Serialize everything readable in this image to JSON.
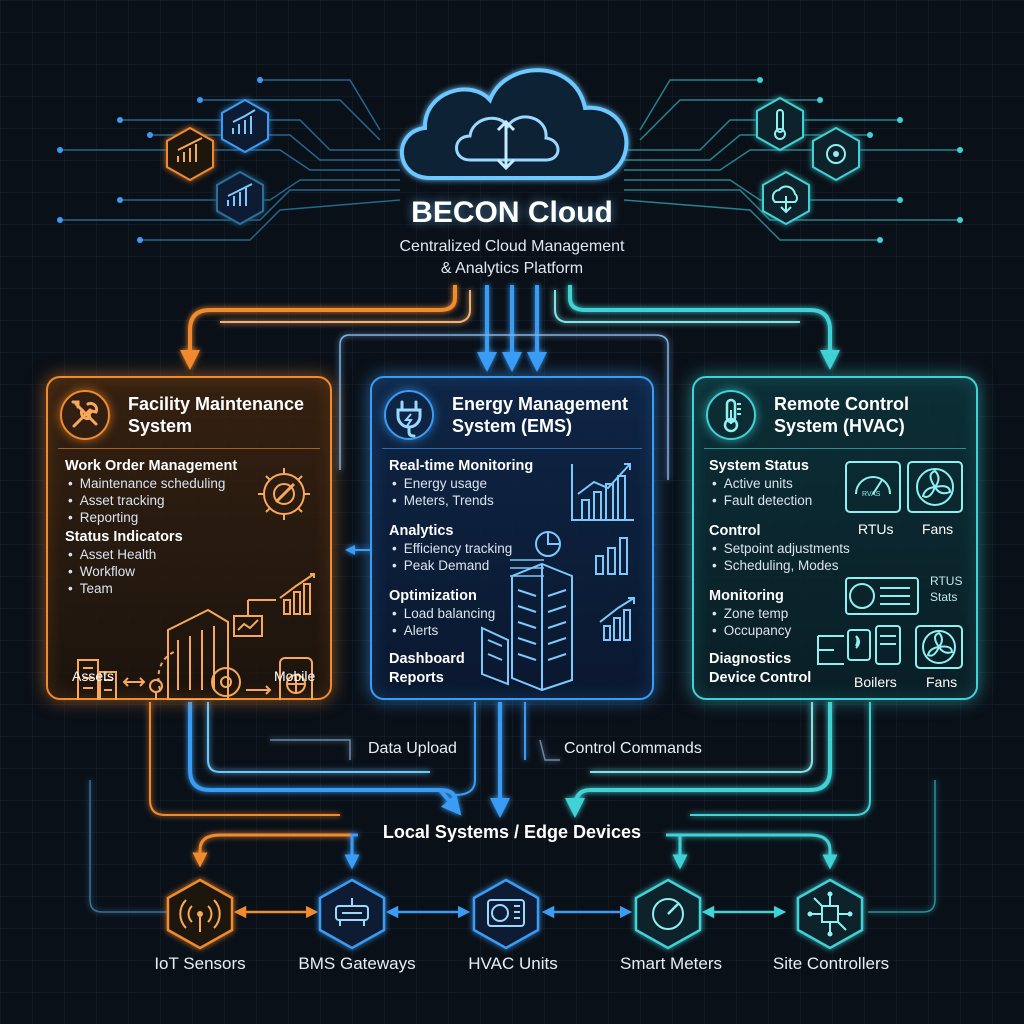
{
  "cloud": {
    "title": "BECON Cloud",
    "subtitle_line1": "Centralized Cloud Management",
    "subtitle_line2": "& Analytics Platform"
  },
  "panels": {
    "facility": {
      "title_line1": "Facility Maintenance",
      "title_line2": "System",
      "color": "#f28a2e",
      "sections": [
        {
          "title": "Work Order Management",
          "items": [
            "Maintenance scheduling",
            "Asset tracking",
            "Reporting"
          ]
        },
        {
          "title": "Status Indicators",
          "items": [
            "Asset Health",
            "Workflow",
            "Team"
          ]
        }
      ],
      "labels": {
        "assets": "Assets",
        "mobile": "Mobile"
      }
    },
    "ems": {
      "title_line1": "Energy Management",
      "title_line2": "System (EMS)",
      "color": "#3a9cf5",
      "sections": [
        {
          "title": "Real-time Monitoring",
          "items": [
            "Energy usage",
            "Meters, Trends"
          ]
        },
        {
          "title": "Analytics",
          "items": [
            "Efficiency tracking",
            "Peak Demand"
          ]
        },
        {
          "title": "Optimization",
          "items": [
            "Load balancing",
            "Alerts"
          ]
        }
      ],
      "footer_line1": "Dashboard",
      "footer_line2": "Reports"
    },
    "hvac": {
      "title_line1": "Remote Control",
      "title_line2": "System (HVAC)",
      "color": "#3fd2d6",
      "sections": [
        {
          "title": "System Status",
          "items": [
            "Active units",
            "Fault detection"
          ]
        },
        {
          "title": "Control",
          "items": [
            "Setpoint adjustments",
            "Scheduling, Modes"
          ]
        },
        {
          "title": "Monitoring",
          "items": [
            "Zone temp",
            "Occupancy"
          ]
        }
      ],
      "footer_line1": "Diagnostics",
      "footer_line2": "Device Control",
      "labels": {
        "rtus": "RTUs",
        "fans_top": "Fans",
        "rtus_stats_line1": "RTUS",
        "rtus_stats_line2": "Stats",
        "boilers": "Boilers",
        "fans_bottom": "Fans",
        "gauge_text": "RVAS"
      }
    }
  },
  "flows": {
    "data_upload": "Data Upload",
    "control_commands": "Control Commands"
  },
  "edge": {
    "title": "Local Systems / Edge Devices",
    "devices": [
      {
        "label": "IoT Sensors",
        "icon": "wifi-sensor-icon",
        "color": "#f28a2e"
      },
      {
        "label": "BMS Gateways",
        "icon": "router-icon",
        "color": "#3a9cf5"
      },
      {
        "label": "HVAC Units",
        "icon": "hvac-unit-icon",
        "color": "#3a9cf5"
      },
      {
        "label": "Smart Meters",
        "icon": "gauge-icon",
        "color": "#3fd2d6"
      },
      {
        "label": "Site Controllers",
        "icon": "network-hub-icon",
        "color": "#3fd2d6"
      }
    ]
  }
}
